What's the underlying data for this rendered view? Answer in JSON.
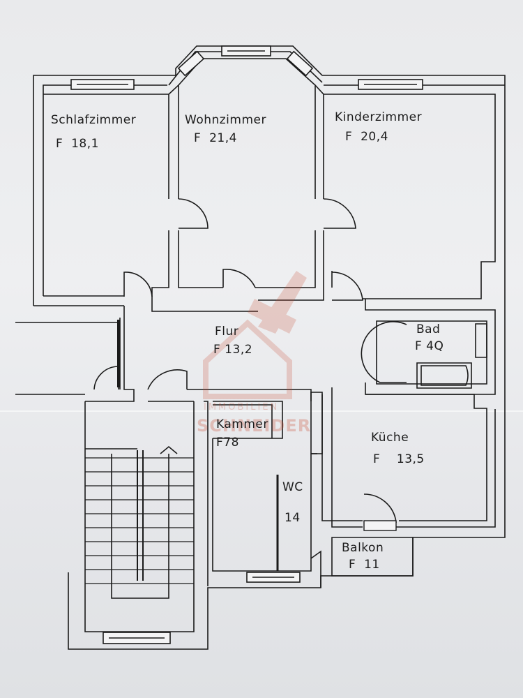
{
  "rooms": {
    "schlafzimmer": {
      "name": "Schlafzimmer",
      "area": "F  18,1"
    },
    "wohnzimmer": {
      "name": "Wohnzimmer",
      "area": "F  21,4"
    },
    "kinderzimmer": {
      "name": "Kinderzimmer",
      "area": "F  20,4"
    },
    "flur": {
      "name": "Flur",
      "area": "F 13,2"
    },
    "bad": {
      "name": "Bad",
      "area": "F 4Q"
    },
    "kammer": {
      "name": "Kammer",
      "area": "F78"
    },
    "kueche": {
      "name": "Küche",
      "area": "F    13,5"
    },
    "wc": {
      "name": "WC",
      "area": "14"
    },
    "balkon": {
      "name": "Balkon",
      "area": "F  11"
    }
  },
  "watermark": {
    "line1": "IMMOBILIEN",
    "line2": "SCHNEIDER"
  },
  "colors": {
    "line": "#1a1a1a",
    "paper": "#eaebed",
    "watermark": "#c8482e"
  }
}
